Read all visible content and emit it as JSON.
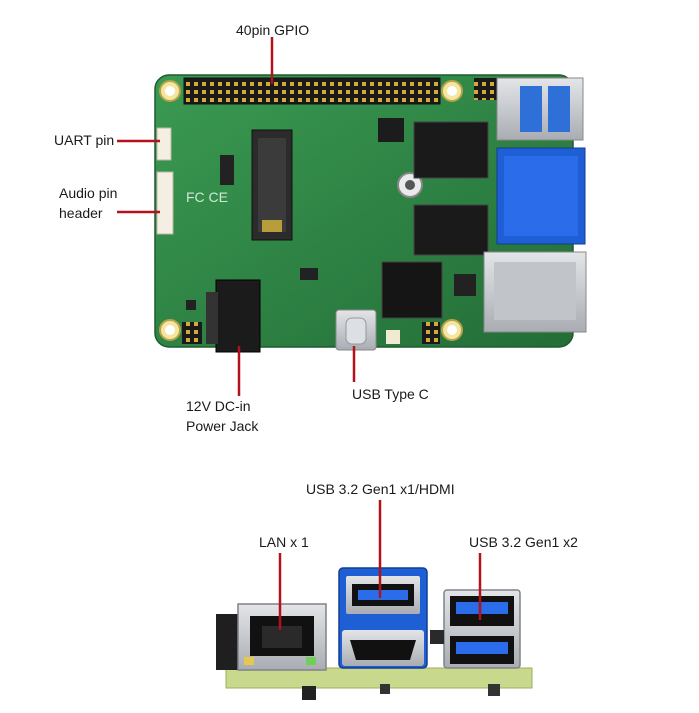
{
  "top_view": {
    "labels": {
      "gpio": "40pin GPIO",
      "uart": "UART pin",
      "audio_line1": "Audio pin",
      "audio_line2": "header",
      "dcin_line1": "12V DC-in",
      "dcin_line2": "Power Jack",
      "usbc": "USB Type C"
    }
  },
  "side_view": {
    "labels": {
      "usb_hdmi": "USB 3.2 Gen1 x1/HDMI",
      "lan": "LAN x 1",
      "usb_x2": "USB 3.2 Gen1 x2"
    }
  },
  "colors": {
    "callout": "#b3121c",
    "pcb": "#2f8a46",
    "usb_blue": "#1f5fd6",
    "metal": "#c8cbcf"
  }
}
